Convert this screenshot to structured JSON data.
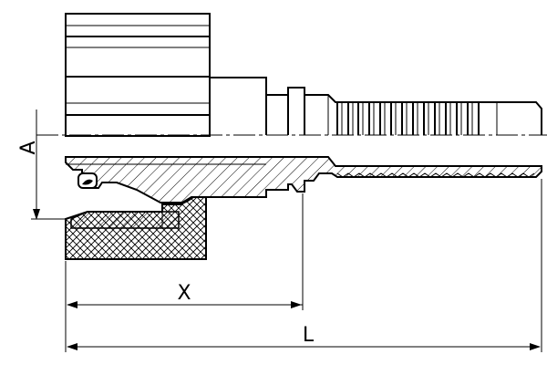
{
  "drawing": {
    "description_labels": {
      "A": "A",
      "X": "X",
      "L": "L"
    },
    "colors": {
      "line": "#000000",
      "background": "#ffffff"
    }
  }
}
